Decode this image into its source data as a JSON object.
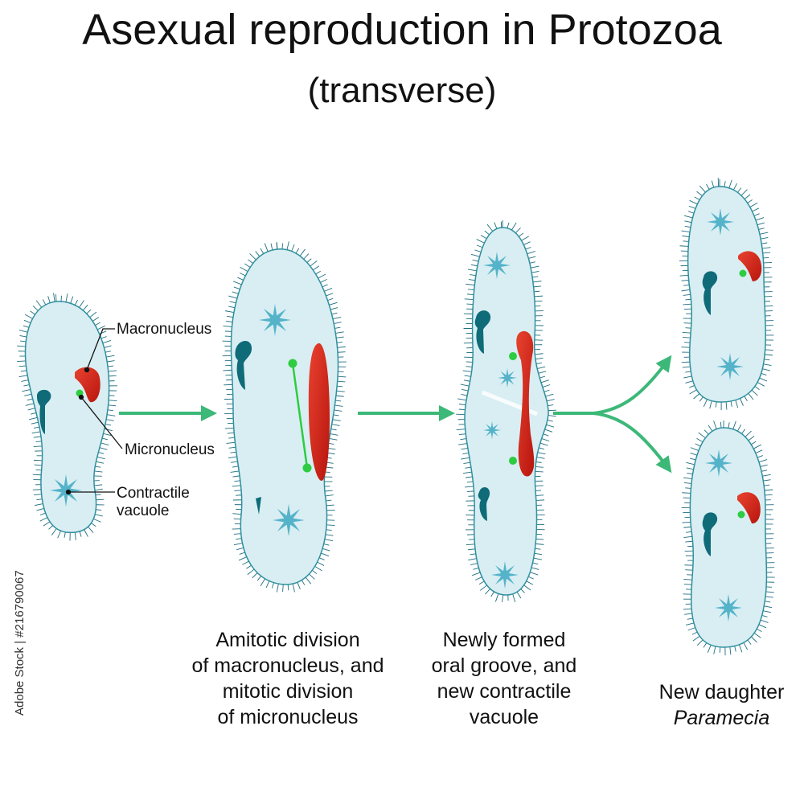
{
  "title": "Asexual reproduction in Protozoa",
  "subtitle": "(transverse)",
  "labels": {
    "macronucleus": "Macronucleus",
    "micronucleus": "Micronucleus",
    "contractile_vacuole_line1": "Contractile",
    "contractile_vacuole_line2": "vacuole"
  },
  "captions": {
    "stage2_line1": "Amitotic division",
    "stage2_line2": "of macronucleus, and",
    "stage2_line3": "mitotic division",
    "stage2_line4": "of micronucleus",
    "stage3_line1": "Newly formed",
    "stage3_line2": "oral groove, and",
    "stage3_line3": "new contractile",
    "stage3_line4": "vacuole",
    "stage4_line1": "New daughter",
    "stage4_line2": "Paramecia"
  },
  "watermark": "Adobe Stock | #216790067",
  "colors": {
    "cell_fill": "#d8eef3",
    "cell_outline": "#2f8f9f",
    "cilia": "#1f6f7f",
    "macronucleus": "#d9261c",
    "micronucleus": "#2ecc40",
    "oral_groove": "#0f6b78",
    "vacuole": "#55b3c9",
    "arrow": "#3cb878"
  }
}
